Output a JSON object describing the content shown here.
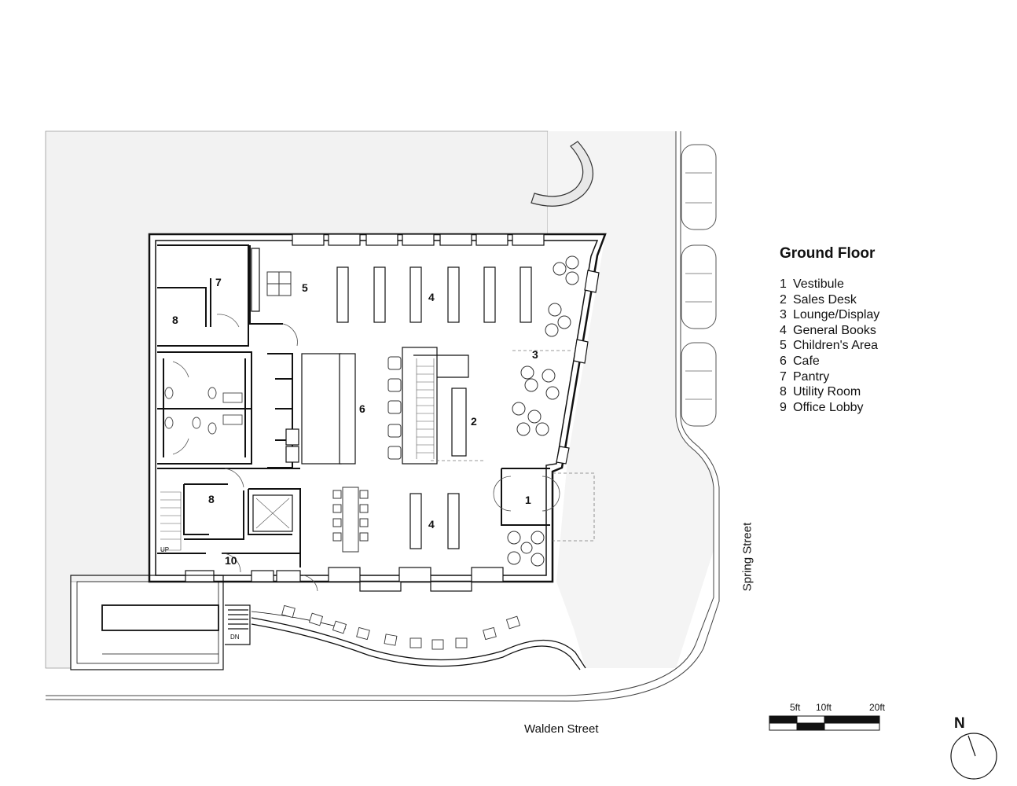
{
  "legend": {
    "title": "Ground Floor",
    "items": [
      {
        "num": "1",
        "label": "Vestibule"
      },
      {
        "num": "2",
        "label": "Sales Desk"
      },
      {
        "num": "3",
        "label": "Lounge/Display"
      },
      {
        "num": "4",
        "label": "General Books"
      },
      {
        "num": "5",
        "label": "Children's Area"
      },
      {
        "num": "6",
        "label": "Cafe"
      },
      {
        "num": "7",
        "label": "Pantry"
      },
      {
        "num": "8",
        "label": "Utility Room"
      },
      {
        "num": "9",
        "label": "Office Lobby"
      }
    ]
  },
  "streets": {
    "south": "Walden Street",
    "east": "Spring Street"
  },
  "scale": {
    "a": "5ft",
    "b": "10ft",
    "c": "20ft"
  },
  "north": "N",
  "rooms": {
    "r1": "1",
    "r2": "2",
    "r3": "3",
    "r4a": "4",
    "r4b": "4",
    "r5": "5",
    "r6": "6",
    "r7": "7",
    "r8a": "8",
    "r8b": "8",
    "r10": "10"
  },
  "stairs": {
    "up": "UP",
    "dn": "DN"
  }
}
